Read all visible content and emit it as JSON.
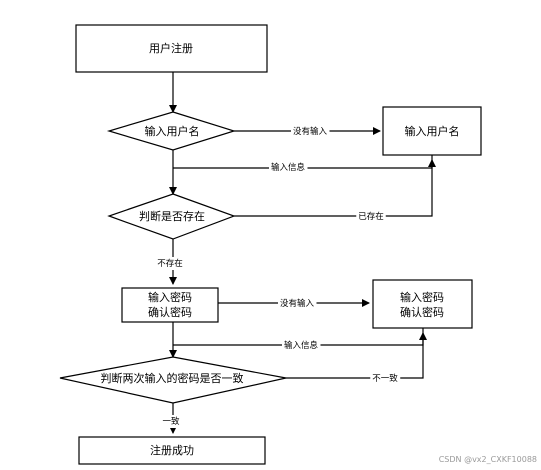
{
  "nodes": {
    "register": "用户注册",
    "input_username": "输入用户名",
    "check_exists": "判断是否存在",
    "input_username_box": "输入用户名",
    "password_line1": "输入密码",
    "password_line2": "确认密码",
    "password_box_line1": "输入密码",
    "password_box_line2": "确认密码",
    "check_match": "判断两次输入的密码是否一致",
    "success": "注册成功"
  },
  "edges": {
    "no_username": "没有输入",
    "info_username": "输入信息",
    "already_exists": "已存在",
    "not_exists": "不存在",
    "no_password": "没有输入",
    "info_password": "输入信息",
    "mismatch": "不一致",
    "match": "一致"
  },
  "watermark": "CSDN @vx2_CXKF10088"
}
